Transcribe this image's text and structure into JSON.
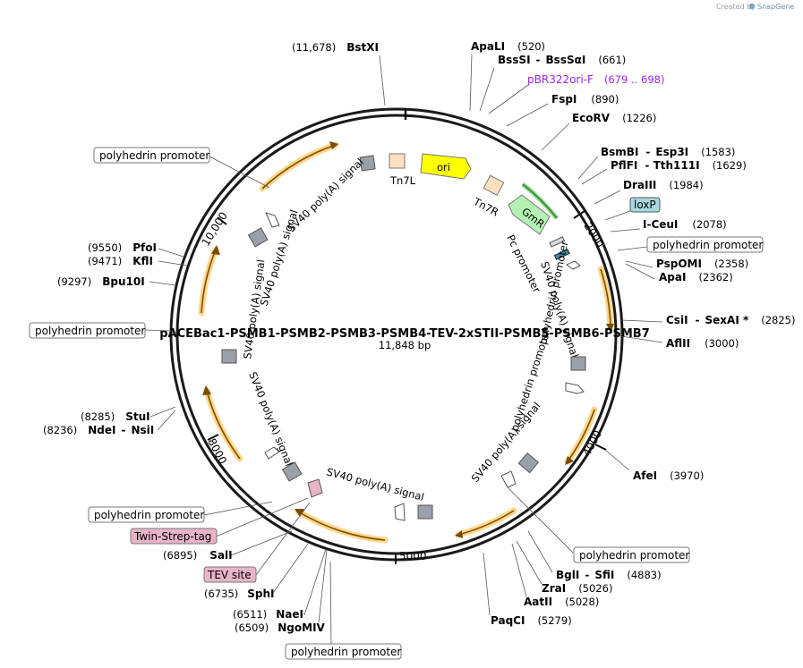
{
  "credit": {
    "text": "Created by",
    "brand": "SnapGene"
  },
  "plasmid": {
    "name": "pACEBac1-PSMB1-PSMB2-PSMB3-PSMB4-TEV-2xSTII-PSMB5-PSMB6-PSMB7",
    "length": "11,848 bp"
  },
  "ticks": [
    "2000",
    "4000",
    "5000",
    "8000",
    "10,000"
  ],
  "sites": [
    {
      "name": "BstXI",
      "pos": "(11,678)"
    },
    {
      "name": "ApaLI",
      "pos": "(520)"
    },
    {
      "name": "BssSI",
      "name2": "BssSαI",
      "pos": "(661)"
    },
    {
      "name": "pBR322ori-F",
      "pos": "(679 .. 698)"
    },
    {
      "name": "FspI",
      "pos": "(890)"
    },
    {
      "name": "EcoRV",
      "pos": "(1226)"
    },
    {
      "name": "BsmBI",
      "name2": "Esp3I",
      "pos": "(1583)"
    },
    {
      "name": "PflFI",
      "name2": "Tth111I",
      "pos": "(1629)"
    },
    {
      "name": "DraIII",
      "pos": "(1984)"
    },
    {
      "name": "I-CeuI",
      "pos": "(2078)"
    },
    {
      "name": "PspOMI",
      "pos": "(2358)"
    },
    {
      "name": "ApaI",
      "pos": "(2362)"
    },
    {
      "name": "CsiI",
      "name2": "SexAI *",
      "pos": "(2825)"
    },
    {
      "name": "AflII",
      "pos": "(3000)"
    },
    {
      "name": "AfeI",
      "pos": "(3970)"
    },
    {
      "name": "BglI",
      "name2": "SfiI",
      "pos": "(4883)"
    },
    {
      "name": "ZraI",
      "pos": "(5026)"
    },
    {
      "name": "AatII",
      "pos": "(5028)"
    },
    {
      "name": "PaqCI",
      "pos": "(5279)"
    },
    {
      "name": "NaeI",
      "pos": "(6511)"
    },
    {
      "name": "NgoMIV",
      "pos": "(6509)"
    },
    {
      "name": "SphI",
      "pos": "(6735)"
    },
    {
      "name": "SalI",
      "pos": "(6895)"
    },
    {
      "name": "StuI",
      "pos": "(8285)"
    },
    {
      "name": "NdeI",
      "name2": "NsiI",
      "pos": "(8236)"
    },
    {
      "name": "Bpu10I",
      "pos": "(9297)"
    },
    {
      "name": "KflI",
      "pos": "(9471)"
    },
    {
      "name": "PfoI",
      "pos": "(9550)"
    }
  ],
  "boxed_features": {
    "loxP": "loxP",
    "polyhedrin_promoter": "polyhedrin promoter",
    "twin_strep": "Twin-Strep-tag",
    "tev_site": "TEV site"
  },
  "inner_labels": {
    "ori": "ori",
    "tn7l": "Tn7L",
    "tn7r": "Tn7R",
    "gmr": "GmR",
    "pc_promoter": "Pc promoter",
    "sv40_polya": "SV40 poly(A) signal",
    "sv40_polya_short": "SV40 poly(A) signal",
    "polyhedrin_promoter": "polyhedrin promoter"
  },
  "colors": {
    "backbone": "#1a1a1a",
    "ori": "#ffff00",
    "gmr": "#b4f0b4",
    "tn7": "#fde0c0",
    "orf_arrow": "#ffd27f",
    "orf_line": "#8a5a00",
    "polyA": "#9aa0a8",
    "primer": "#a020f0",
    "loxp": "#a8d8e0",
    "tag": "#e8b4c8"
  }
}
